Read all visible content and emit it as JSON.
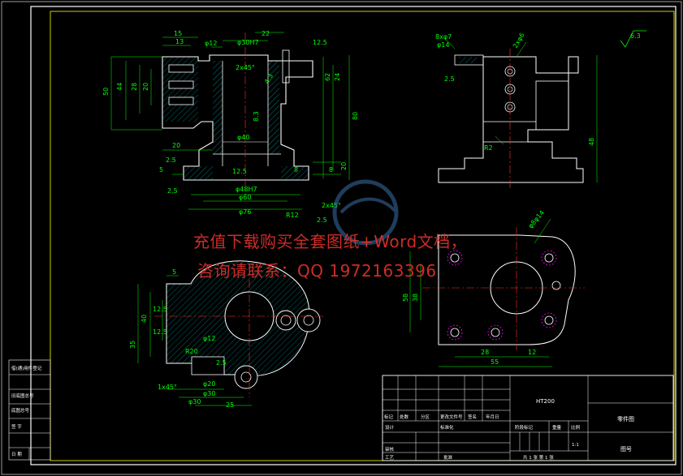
{
  "watermark": {
    "line1": "充值下载购买全套图纸+Word文档，",
    "line2": "咨询请联系：QQ 1972163396"
  },
  "title_block": {
    "material": "HT200",
    "drawing_name": "零件图",
    "drawing_no_label": "图号",
    "scale": "1:1",
    "sheet_info": "共 1 张 第 1 张",
    "header_cells": [
      "标记",
      "处数",
      "分区",
      "更改文件号",
      "签名",
      "年月日"
    ],
    "stage_headers": [
      "阶段标记",
      "重量",
      "比例"
    ],
    "roles": [
      "设计",
      "审核",
      "工艺"
    ],
    "std_label": "标准化",
    "approve_label": "批准"
  },
  "left_strip": [
    "借(通)用件登记",
    "旧底图总号",
    "底图总号",
    "签 字",
    "日 期"
  ],
  "roughness": "6.3",
  "dimensions": {
    "front": [
      "15",
      "13",
      "22",
      "φ12",
      "φ30H7",
      "12.5",
      "2x45°",
      "44",
      "50",
      "28",
      "20",
      "20",
      "5",
      "8.3",
      "φ40",
      "20",
      "2.5",
      "12.5",
      "2.5",
      "φ48H7",
      "φ60",
      "φ76",
      "R12",
      "2x45°",
      "2.5",
      "80",
      "62",
      "24",
      "8",
      "8",
      "4.3"
    ],
    "side": [
      "8xφ7",
      "φ14",
      "2xφ6",
      "2.5",
      "R2",
      "48"
    ],
    "top": [
      "5",
      "12.5",
      "40",
      "12.5",
      "35",
      "R20",
      "φ12",
      "2.5",
      "φ20",
      "1x45°",
      "φ30",
      "25",
      "φ30"
    ],
    "bottom": [
      "φ8φ14",
      "58",
      "38",
      "28",
      "12",
      "55"
    ]
  }
}
